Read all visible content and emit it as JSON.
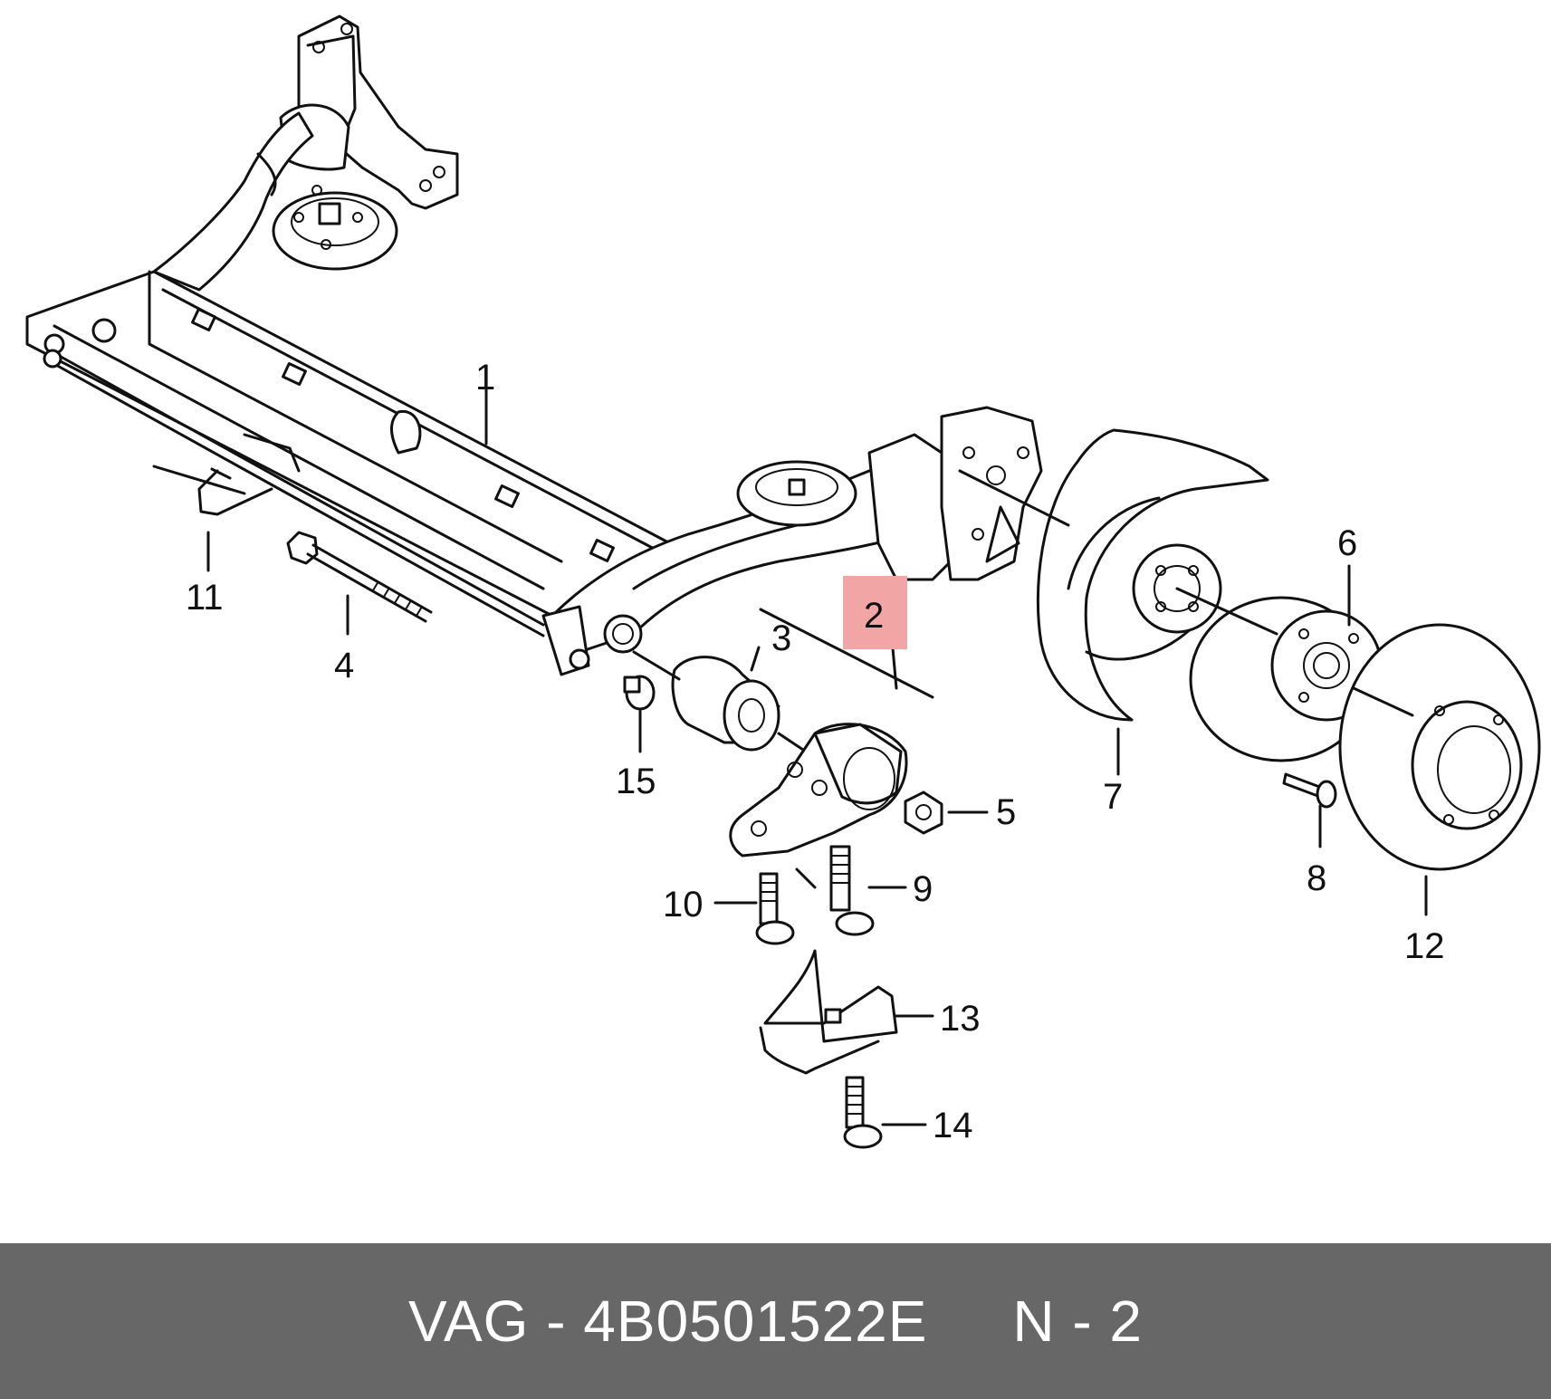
{
  "labels": {
    "l1": "1",
    "l2": "2",
    "l3": "3",
    "l4": "4",
    "l5": "5",
    "l6": "6",
    "l7": "7",
    "l8": "8",
    "l9": "9",
    "l10": "10",
    "l11": "11",
    "l12": "12",
    "l13": "13",
    "l14": "14",
    "l15": "15"
  },
  "highlight_color": "#f1a5a5",
  "footer": {
    "text": "VAG - 4B0501522E     N - 2",
    "background": "#676767"
  }
}
